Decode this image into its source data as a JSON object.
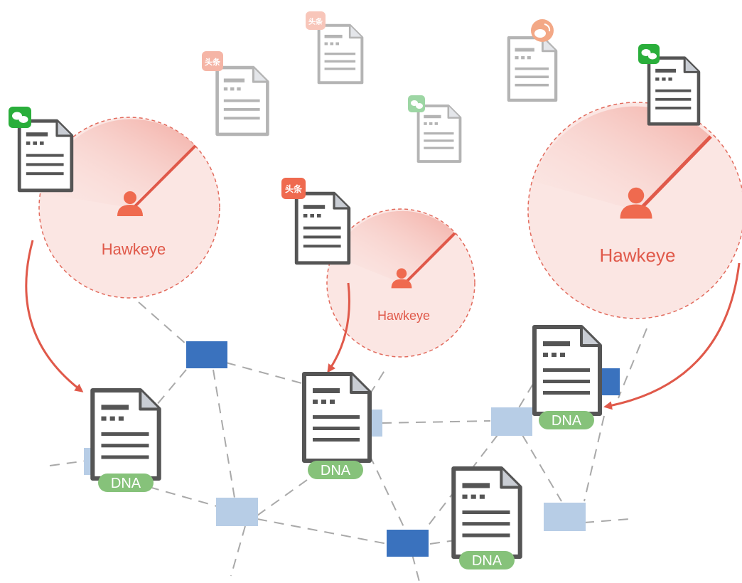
{
  "colors": {
    "accent": "#e0594a",
    "radar_fill": "#fbe6e3",
    "dna_green": "#86c27a",
    "node_dark": "#3a72be",
    "node_light": "#b7cde6",
    "doc_dark": "#555555",
    "doc_light": "#b9b9b9",
    "wechat": "#2aae3b",
    "toutiao": "#ef6a4f",
    "weibo": "#f08a5d"
  },
  "radars": [
    {
      "label": "Hawkeye"
    },
    {
      "label": "Hawkeye"
    },
    {
      "label": "Hawkeye"
    }
  ],
  "dna_docs": [
    {
      "label": "DNA"
    },
    {
      "label": "DNA"
    },
    {
      "label": "DNA"
    },
    {
      "label": "DNA"
    }
  ],
  "source_docs": [
    {
      "badge": "wechat-icon"
    },
    {
      "badge": "toutiao-icon",
      "text": "头条"
    },
    {
      "badge": "toutiao-icon",
      "text": "头条"
    },
    {
      "badge": "toutiao-icon",
      "text": "头条"
    },
    {
      "badge": "wechat-icon"
    },
    {
      "badge": "weibo-icon"
    },
    {
      "badge": "wechat-icon"
    }
  ]
}
